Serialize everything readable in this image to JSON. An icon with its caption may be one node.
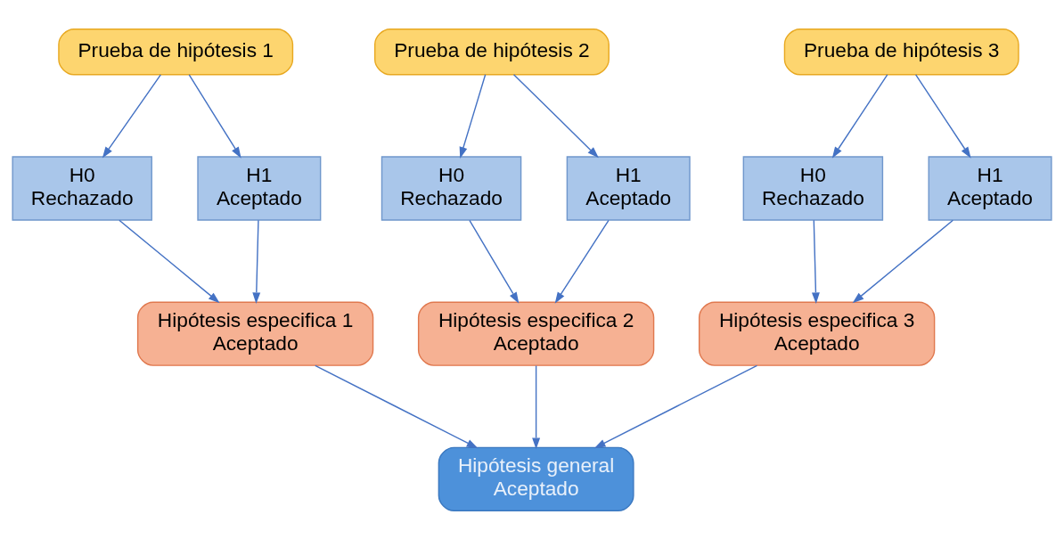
{
  "diagram": {
    "nodes": [
      {
        "text": [
          "Prueba de hipótesis 1"
        ]
      },
      {
        "text": [
          "Prueba de hipótesis 2"
        ]
      },
      {
        "text": [
          "Prueba de hipótesis 3"
        ]
      },
      {
        "text": [
          "H0",
          "Rechazado"
        ]
      },
      {
        "text": [
          "H1",
          "Aceptado"
        ]
      },
      {
        "text": [
          "H0",
          "Rechazado"
        ]
      },
      {
        "text": [
          "H1",
          "Aceptado"
        ]
      },
      {
        "text": [
          "H0",
          "Rechazado"
        ]
      },
      {
        "text": [
          "H1",
          "Aceptado"
        ]
      },
      {
        "text": [
          "Hipótesis especifica 1",
          "Aceptado"
        ]
      },
      {
        "text": [
          "Hipótesis especifica 2",
          "Aceptado"
        ]
      },
      {
        "text": [
          "Hipótesis especifica 3",
          "Aceptado"
        ]
      },
      {
        "text": [
          "Hipótesis general",
          "Aceptado"
        ]
      }
    ],
    "edges": [
      {
        "from": 0,
        "to": 3,
        "arrow": "to"
      },
      {
        "from": 0,
        "to": 4,
        "arrow": "to"
      },
      {
        "from": 1,
        "to": 5,
        "arrow": "to"
      },
      {
        "from": 1,
        "to": 6,
        "arrow": "to"
      },
      {
        "from": 2,
        "to": 7,
        "arrow": "to"
      },
      {
        "from": 2,
        "to": 8,
        "arrow": "to"
      },
      {
        "from": 3,
        "to": 9,
        "arrow": "to"
      },
      {
        "from": 4,
        "to": 9,
        "arrow": "to"
      },
      {
        "from": 5,
        "to": 10,
        "arrow": "to"
      },
      {
        "from": 6,
        "to": 10,
        "arrow": "to"
      },
      {
        "from": 7,
        "to": 11,
        "arrow": "to"
      },
      {
        "from": 8,
        "to": 11,
        "arrow": "to"
      },
      {
        "from": 9,
        "to": 12,
        "arrow": "to"
      },
      {
        "from": 10,
        "to": 12,
        "arrow": "to"
      },
      {
        "from": 11,
        "to": 12,
        "arrow": "to"
      }
    ]
  }
}
